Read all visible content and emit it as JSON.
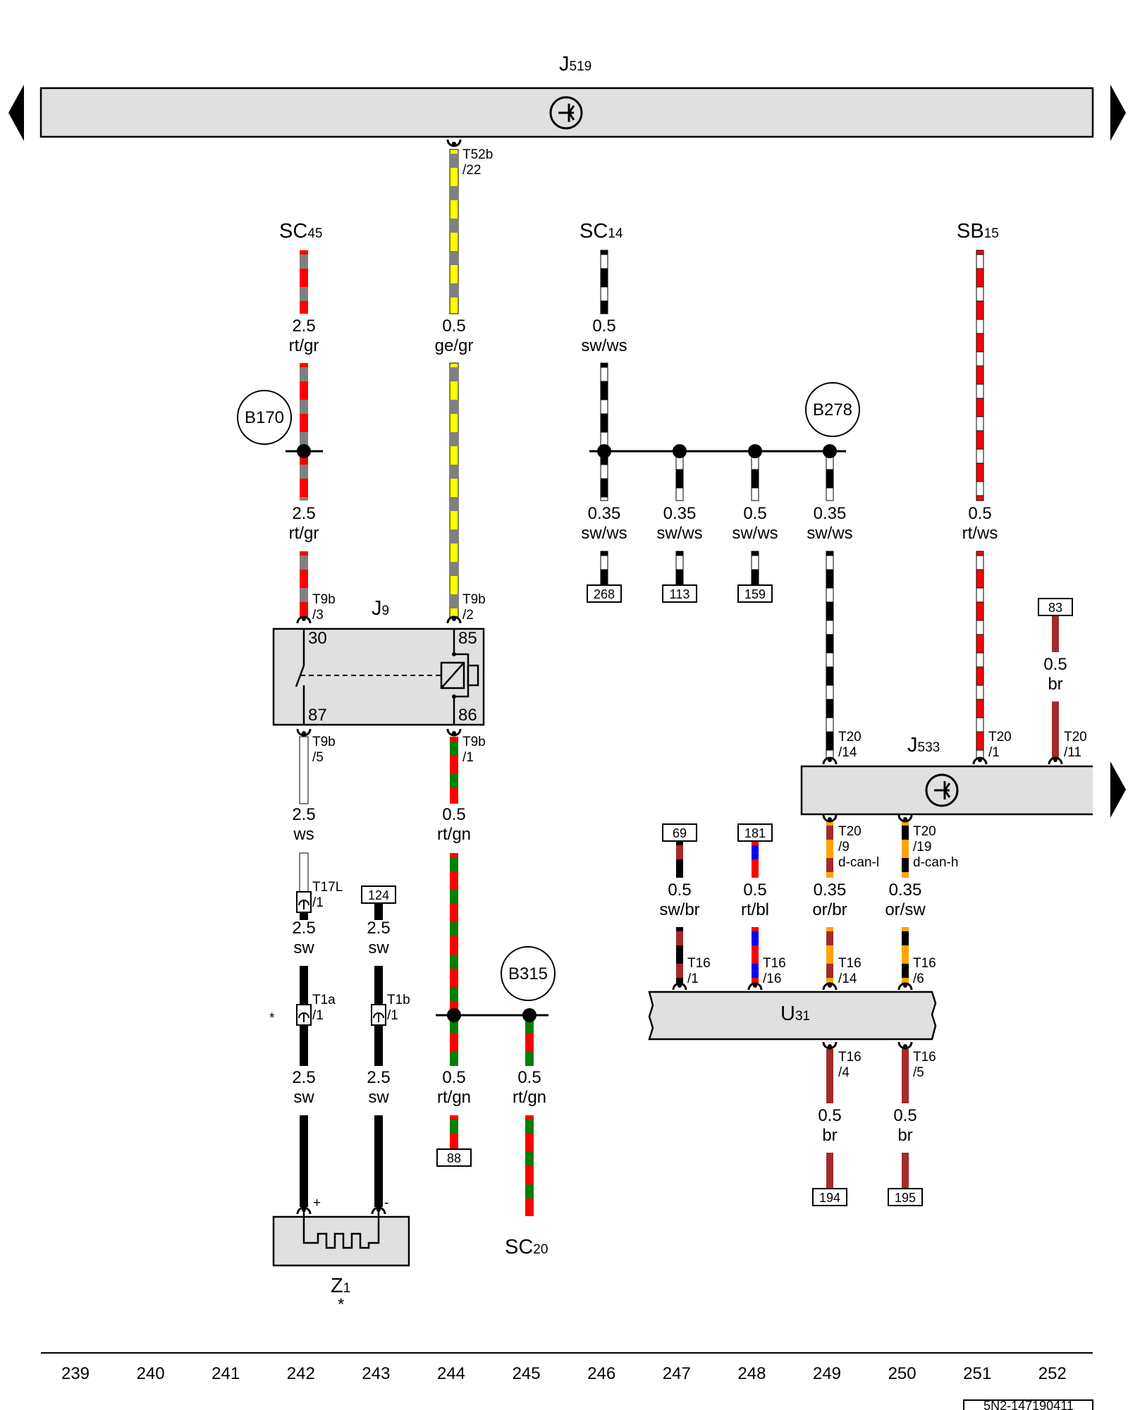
{
  "modules": {
    "j519": {
      "name": "J",
      "sub": "519"
    },
    "j9": {
      "name": "J",
      "sub": "9",
      "pins": {
        "p30": "30",
        "p85": "85",
        "p87": "87",
        "p86": "86"
      }
    },
    "j533": {
      "name": "J",
      "sub": "533"
    },
    "u31": {
      "name": "U",
      "sub": "31"
    },
    "z1": {
      "name": "Z",
      "sub": "1",
      "note": "*"
    }
  },
  "fuses": {
    "sc45": {
      "name": "SC",
      "sub": "45"
    },
    "sc14": {
      "name": "SC",
      "sub": "14"
    },
    "sb15": {
      "name": "SB",
      "sub": "15"
    },
    "sc20": {
      "name": "SC",
      "sub": "20"
    }
  },
  "junctions": {
    "b170": "B170",
    "b278": "B278",
    "b315": "B315"
  },
  "wires": {
    "w1": {
      "gauge": "2.5",
      "color": "rt/gr"
    },
    "w2": {
      "gauge": "2.5",
      "color": "rt/gr"
    },
    "w3": {
      "gauge": "2.5",
      "color": "ws"
    },
    "w4": {
      "gauge": "2.5",
      "color": "sw"
    },
    "w5": {
      "gauge": "2.5",
      "color": "sw"
    },
    "w6": {
      "gauge": "2.5",
      "color": "sw"
    },
    "w7": {
      "gauge": "2.5",
      "color": "sw"
    },
    "w8": {
      "gauge": "0.5",
      "color": "ge/gr"
    },
    "w9": {
      "gauge": "0.5",
      "color": "rt/gn"
    },
    "w10": {
      "gauge": "0.5",
      "color": "rt/gn"
    },
    "w11": {
      "gauge": "0.5",
      "color": "rt/gn"
    },
    "w12": {
      "gauge": "0.5",
      "color": "sw/ws"
    },
    "w13": {
      "gauge": "0.35",
      "color": "sw/ws"
    },
    "w14": {
      "gauge": "0.35",
      "color": "sw/ws"
    },
    "w15": {
      "gauge": "0.5",
      "color": "sw/ws"
    },
    "w16": {
      "gauge": "0.35",
      "color": "sw/ws"
    },
    "w17": {
      "gauge": "0.5",
      "color": "rt/ws"
    },
    "w18": {
      "gauge": "0.5",
      "color": "br"
    },
    "w19": {
      "gauge": "0.5",
      "color": "sw/br"
    },
    "w20": {
      "gauge": "0.5",
      "color": "rt/bl"
    },
    "w21": {
      "gauge": "0.35",
      "color": "or/br"
    },
    "w22": {
      "gauge": "0.35",
      "color": "or/sw"
    },
    "w23": {
      "gauge": "0.5",
      "color": "br"
    },
    "w24": {
      "gauge": "0.5",
      "color": "br"
    }
  },
  "connectors": {
    "t52b22": {
      "name": "T52b",
      "pin": "/22"
    },
    "t9b3": {
      "name": "T9b",
      "pin": "/3"
    },
    "t9b2": {
      "name": "T9b",
      "pin": "/2"
    },
    "t9b5": {
      "name": "T9b",
      "pin": "/5"
    },
    "t9b1": {
      "name": "T9b",
      "pin": "/1"
    },
    "t17l1": {
      "name": "T17L",
      "pin": "/1"
    },
    "t1a1": {
      "name": "T1a",
      "pin": "/1"
    },
    "t1b1": {
      "name": "T1b",
      "pin": "/1"
    },
    "t20_14": {
      "name": "T20",
      "pin": "/14"
    },
    "t20_1": {
      "name": "T20",
      "pin": "/1"
    },
    "t20_11": {
      "name": "T20",
      "pin": "/11"
    },
    "t20_9": {
      "name": "T20",
      "pin": "/9",
      "signal": "d-can-l"
    },
    "t20_19": {
      "name": "T20",
      "pin": "/19",
      "signal": "d-can-h"
    },
    "t16_1": {
      "name": "T16",
      "pin": "/1"
    },
    "t16_16": {
      "name": "T16",
      "pin": "/16"
    },
    "t16_14": {
      "name": "T16",
      "pin": "/14"
    },
    "t16_6": {
      "name": "T16",
      "pin": "/6"
    },
    "t16_4": {
      "name": "T16",
      "pin": "/4"
    },
    "t16_5": {
      "name": "T16",
      "pin": "/5"
    }
  },
  "refs": {
    "r268": "268",
    "r113": "113",
    "r159": "159",
    "r83": "83",
    "r69": "69",
    "r181": "181",
    "r124": "124",
    "r88": "88",
    "r194": "194",
    "r195": "195"
  },
  "notes": {
    "star": "*",
    "plus": "+",
    "minus": "-"
  },
  "ruler": [
    "239",
    "240",
    "241",
    "242",
    "243",
    "244",
    "245",
    "246",
    "247",
    "248",
    "249",
    "250",
    "251",
    "252"
  ],
  "footer_code": "5N2-147190411",
  "colors": {
    "rt": "#ff0000",
    "gr": "#808080",
    "ge": "#ffff00",
    "gn": "#008000",
    "sw": "#000000",
    "ws": "#ffffff",
    "br": "#a52a2a",
    "bl": "#0000ff",
    "or": "#ffa500",
    "module_fill": "#e0e0e0"
  }
}
